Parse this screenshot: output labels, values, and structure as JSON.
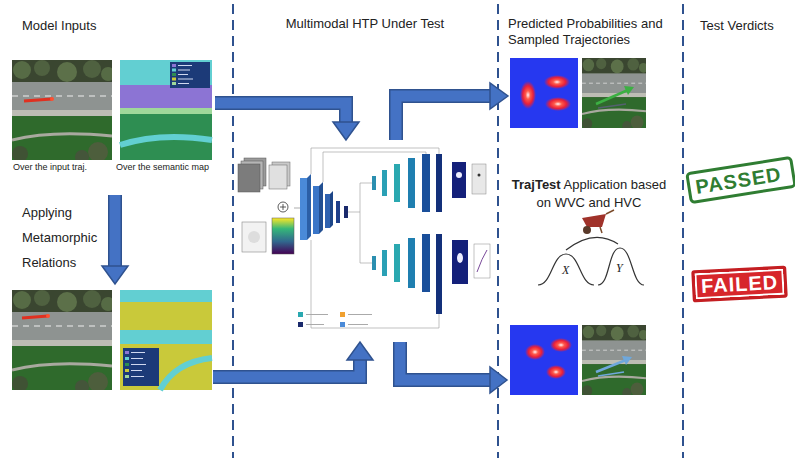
{
  "diagram": {
    "nodes": [
      {
        "text": [
          "Over the input traj.",
          "Over the semantic map"
        ]
      },
      {
        "text": [
          "Multimodal HTP Under Test"
        ]
      },
      {
        "text": [
          "Predicted Probabilities and Sampled Trajectories"
        ]
      },
      {
        "text": [
          "PASSED"
        ]
      },
      {
        "text": [
          "FAILED"
        ]
      }
    ],
    "edges": [
      {
        "from": 0,
        "to": 1,
        "arrow": "to"
      },
      {
        "from": 1,
        "to": 2,
        "arrow": "to"
      }
    ],
    "labels": [
      "Model Inputs",
      "Applying Metamorphic Relations",
      "TrajTest",
      "Application based on WVC and HVC",
      "Test Verdicts",
      "X",
      "Y"
    ]
  }
}
